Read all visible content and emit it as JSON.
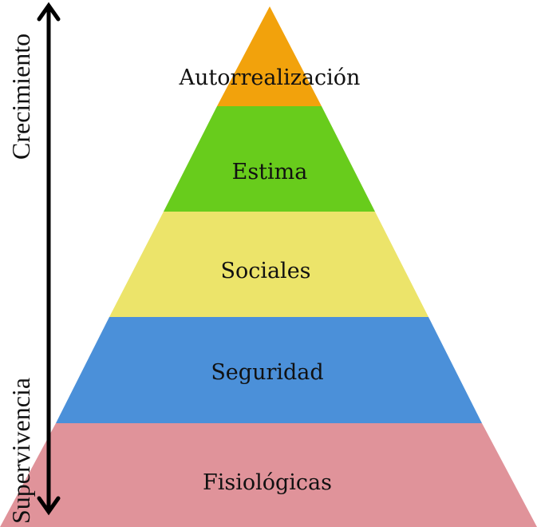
{
  "diagram": {
    "levels": [
      {
        "label": "Autorrealización",
        "color": "#f2a20c"
      },
      {
        "label": "Estima",
        "color": "#68cc1c"
      },
      {
        "label": "Sociales",
        "color": "#ece46a"
      },
      {
        "label": "Seguridad",
        "color": "#4b90d9"
      },
      {
        "label": "Fisiológicas",
        "color": "#e0939a"
      }
    ],
    "axis": {
      "top_label": "Crecimiento",
      "bottom_label": "Supervivencia"
    }
  }
}
